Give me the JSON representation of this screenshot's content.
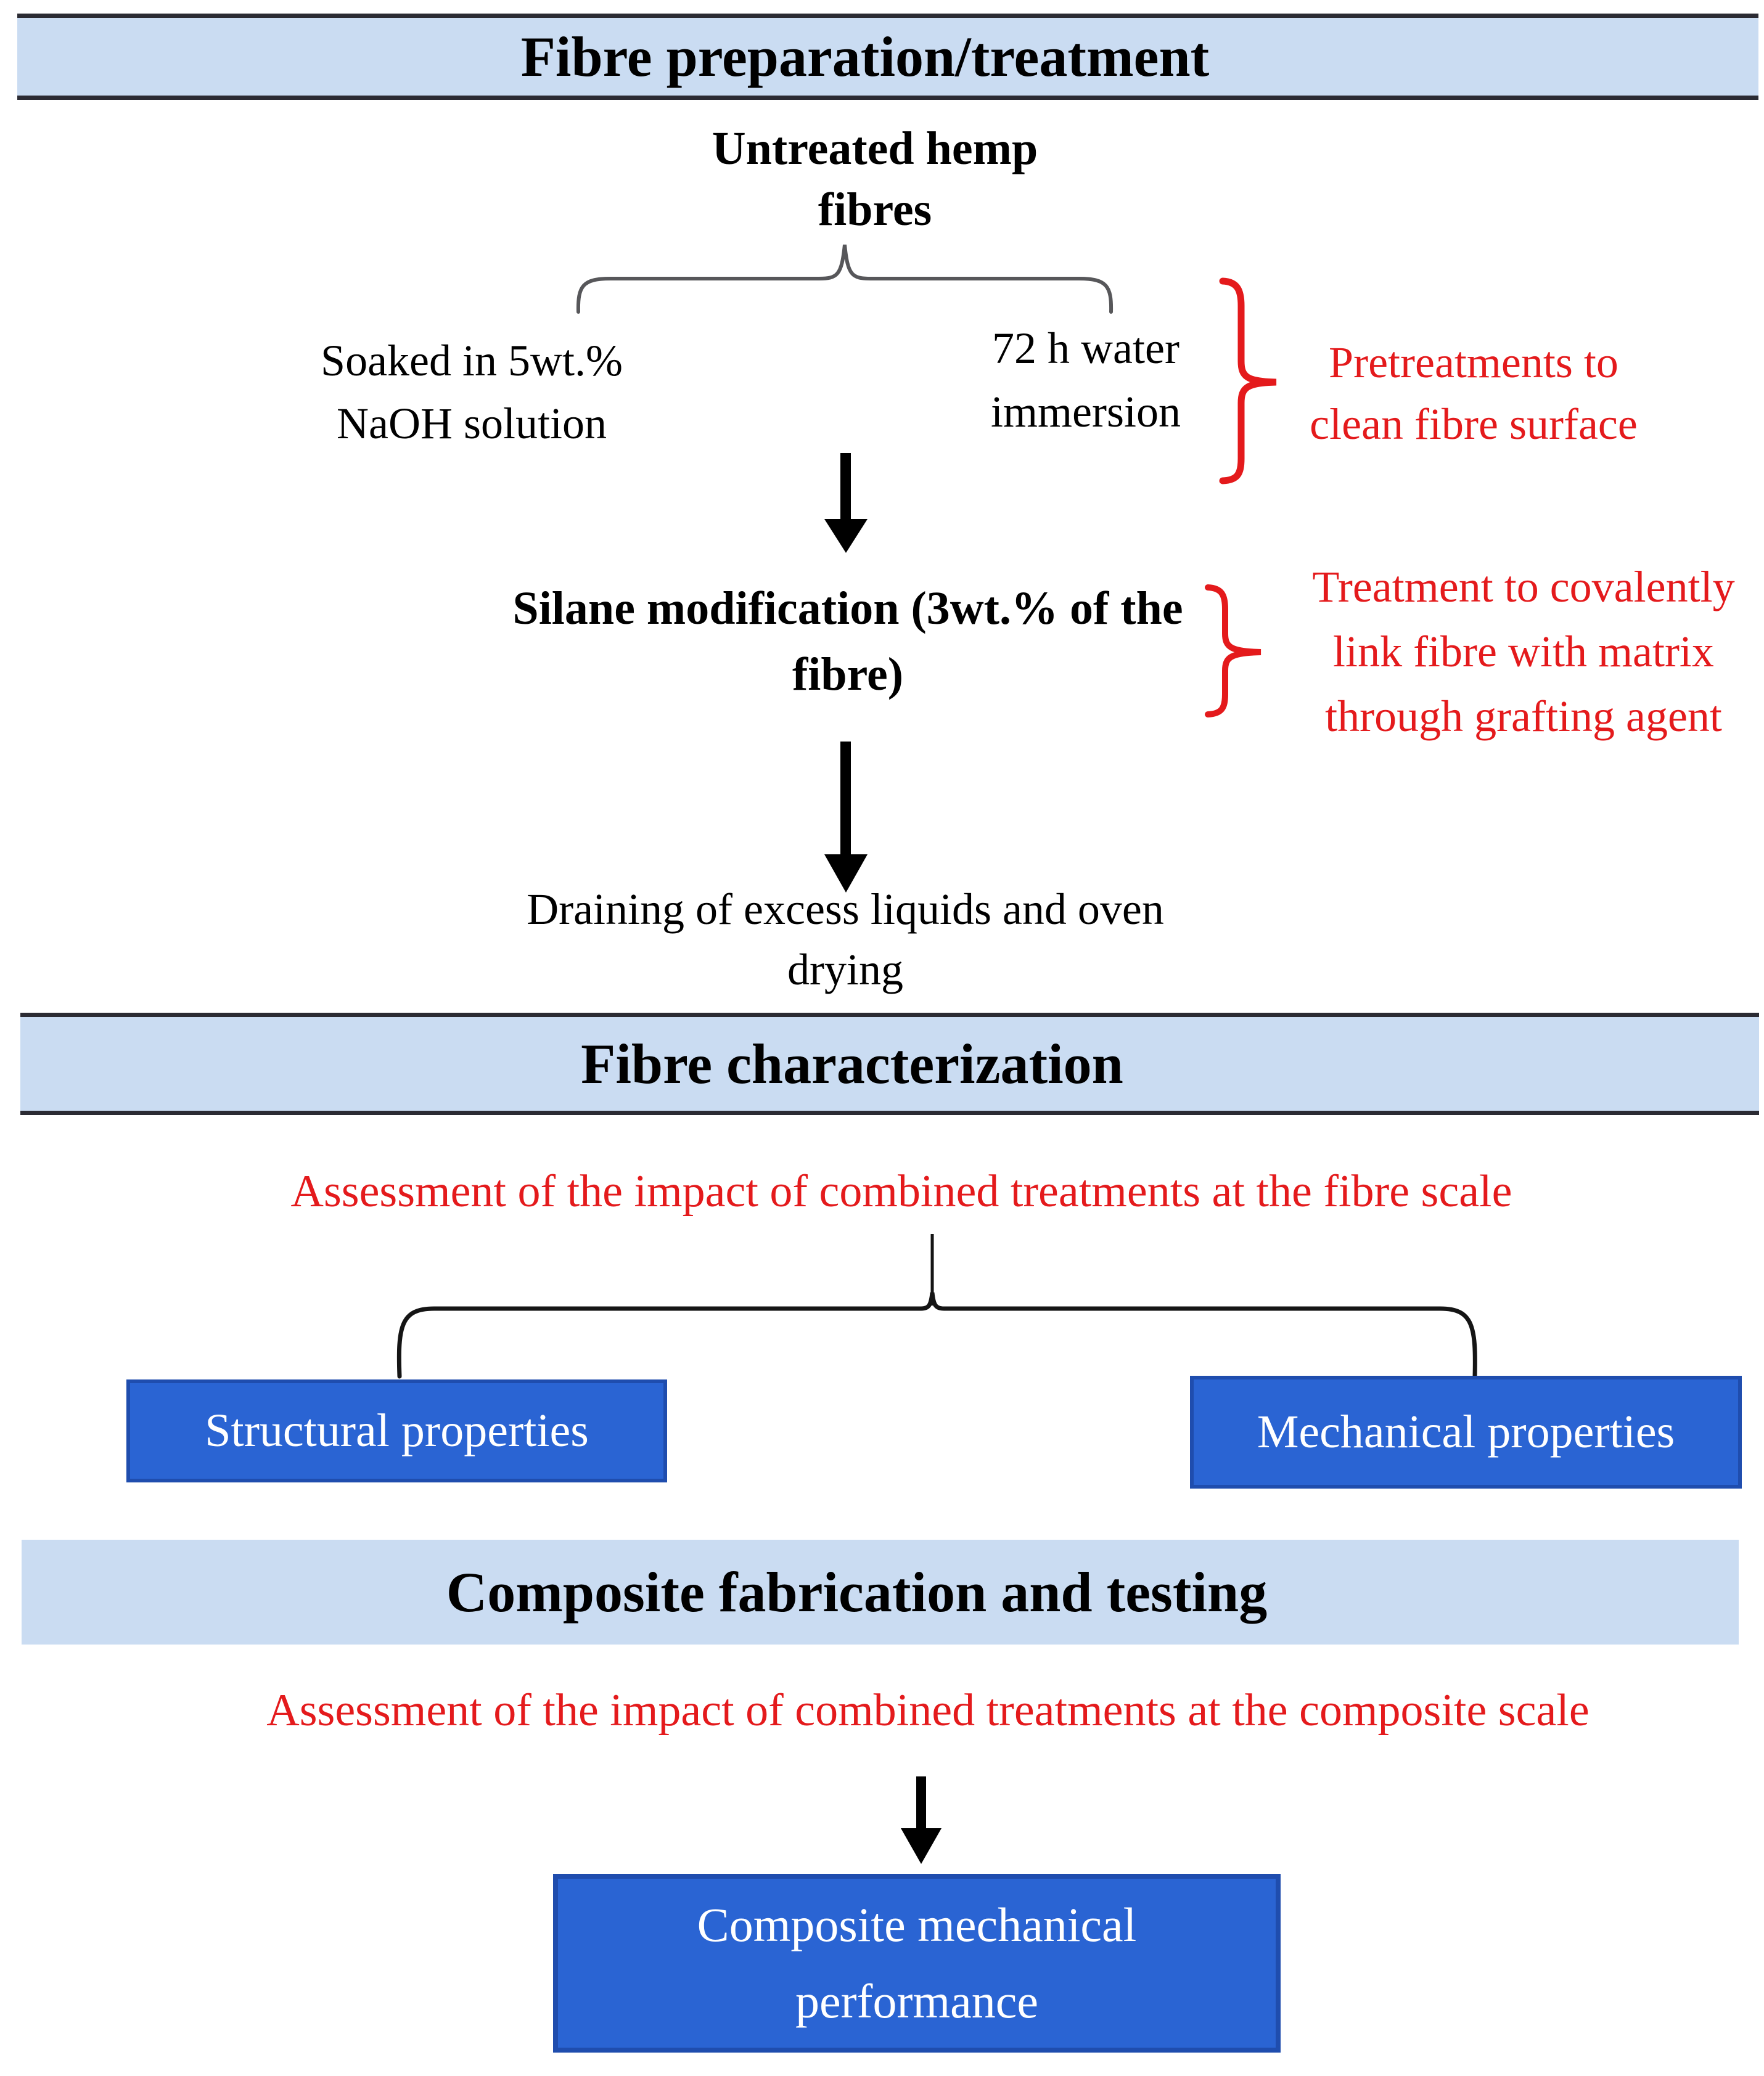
{
  "figure": {
    "headers": {
      "prep": "Fibre preparation/treatment",
      "characterization": "Fibre characterization",
      "composite": "Composite fabrication and testing"
    },
    "prep": {
      "untreated_line1": "Untreated hemp",
      "untreated_line2": "fibres",
      "naoh_line1": "Soaked in 5wt.%",
      "naoh_line2": "NaOH solution",
      "water_line1": "72 h water",
      "water_line2": "immersion",
      "pretreat_note_line1": "Pretreatments to",
      "pretreat_note_line2": "clean fibre surface",
      "silane_line1": "Silane modification (3wt.% of the",
      "silane_line2": "fibre)",
      "silane_note_line1": "Treatment to covalently",
      "silane_note_line2": "link fibre with matrix",
      "silane_note_line3": "through grafting agent",
      "draining_line1": "Draining of excess liquids and oven",
      "draining_line2": "drying"
    },
    "characterization": {
      "note": "Assessment of the impact of combined treatments at the fibre scale",
      "structural_box": "Structural properties",
      "mechanical_box": "Mechanical properties"
    },
    "composite": {
      "note": "Assessment of the impact of combined treatments at the composite scale",
      "performance_line1": "Composite mechanical",
      "performance_line2": "performance"
    },
    "colors": {
      "header_fill": "#cadcf2",
      "header_border": "#2b2b33",
      "box_fill": "#2a64d3",
      "box_border": "#1f4dae",
      "annotation_red": "#e41a1c",
      "connector_black": "#151515",
      "text_black": "#000000"
    }
  }
}
